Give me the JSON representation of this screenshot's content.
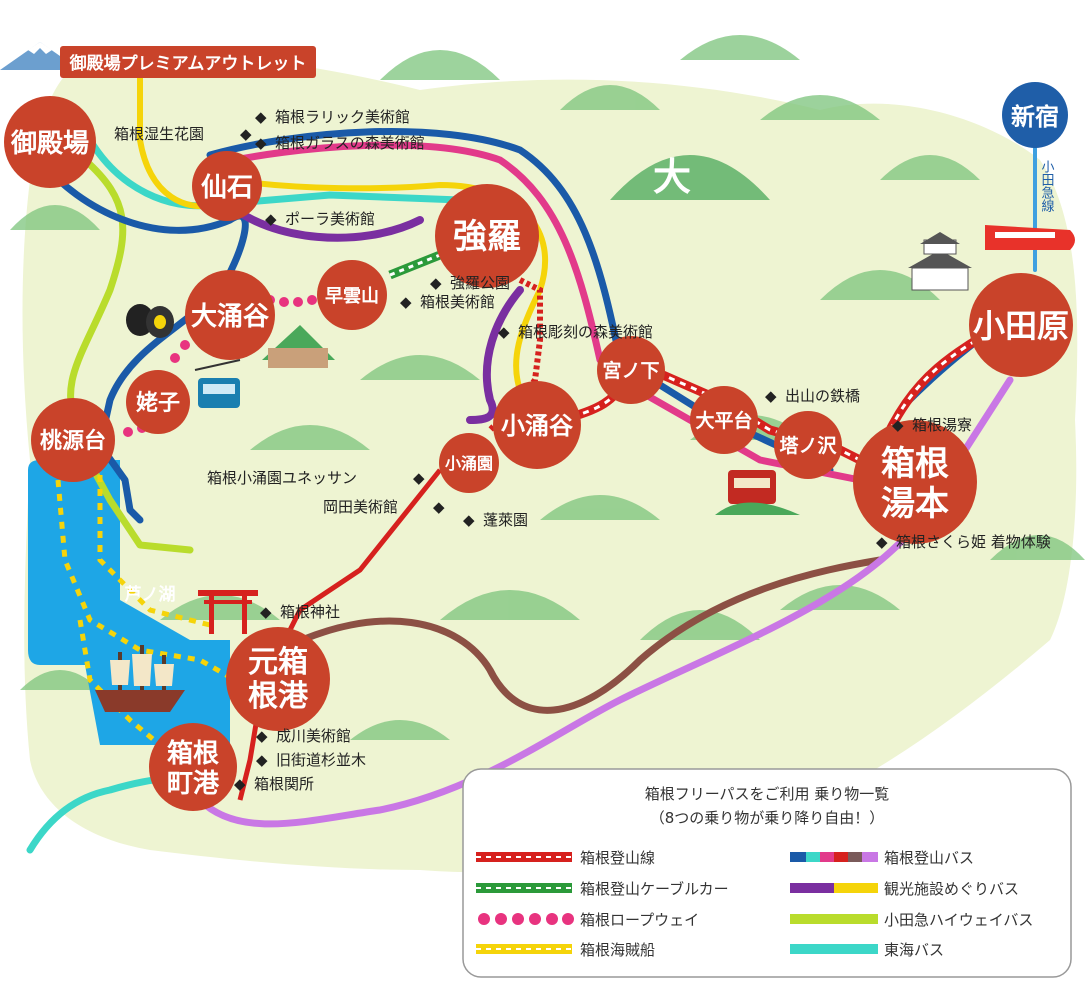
{
  "colors": {
    "land": "#eef4d2",
    "lake": "#1ea6e6",
    "station": "#c9432a",
    "tozan_line": "#d6211e",
    "cable_car": "#2b9a3a",
    "ropeway": "#e8337f",
    "pirate_ship": "#f5d40a",
    "tozan_bus_blue": "#1a5aa8",
    "tozan_bus_pink": "#e23a8a",
    "sightseeing_bus": "#7a2fa0",
    "odakyu_highway_bus": "#b9dc2c",
    "tokai_bus": "#3cd7c8",
    "brown_route": "#8c5044",
    "violet_route": "#c977e5",
    "shinjuku": "#1f5ea8",
    "outlet_label": "#c9432a"
  },
  "badges": {
    "outlet": "御殿場プレミアムアウトレット",
    "shinjuku": "新宿",
    "odakyu_line": "小田急線"
  },
  "stations": {
    "gotemba": "御殿場",
    "sengokuhara": "仙石",
    "gora": "強羅",
    "sounzan": "早雲山",
    "owakudani": "大涌谷",
    "ubako": "姥子",
    "togendai": "桃源台",
    "kowakidani": "小涌谷",
    "kowakien": "小涌園",
    "miyanoshita": "宮ノ下",
    "ohiradai": "大平台",
    "tonosawa": "塔ノ沢",
    "odawara": "小田原",
    "yumoto_1": "箱根",
    "yumoto_2": "湯本",
    "motohakone_1": "元箱",
    "motohakone_2": "根港",
    "machi_1": "箱根",
    "machi_2": "町港"
  },
  "lake_name": "芦ノ湖",
  "dai_symbol": "大",
  "places": {
    "shisseikaen": "箱根湿生花園",
    "lalique": "箱根ラリック美術館",
    "glass": "箱根ガラスの森美術館",
    "pola": "ポーラ美術館",
    "gora_park": "強羅公園",
    "hakone_museum": "箱根美術館",
    "open_air": "箱根彫刻の森美術館",
    "yunessun": "箱根小涌園ユネッサン",
    "okada": "岡田美術館",
    "horaien": "蓬萊園",
    "deyama": "出山の鉄橋",
    "yuryo": "箱根湯寮",
    "sakurahime": "箱根さくら姫 着物体験",
    "hakone_shrine": "箱根神社",
    "narukawa": "成川美術館",
    "sugi_namiki": "旧街道杉並木",
    "sekisho": "箱根関所"
  },
  "legend": {
    "title": "箱根フリーパスをご利用 乗り物一覧",
    "subtitle": "（8つの乗り物が乗り降り自由！）",
    "tozan_line": "箱根登山線",
    "cable_car": "箱根登山ケーブルカー",
    "ropeway": "箱根ロープウェイ",
    "pirate_ship": "箱根海賊船",
    "tozan_bus": "箱根登山バス",
    "sightseeing_bus": "観光施設めぐりバス",
    "odakyu_highway_bus": "小田急ハイウェイバス",
    "tokai_bus": "東海バス"
  }
}
